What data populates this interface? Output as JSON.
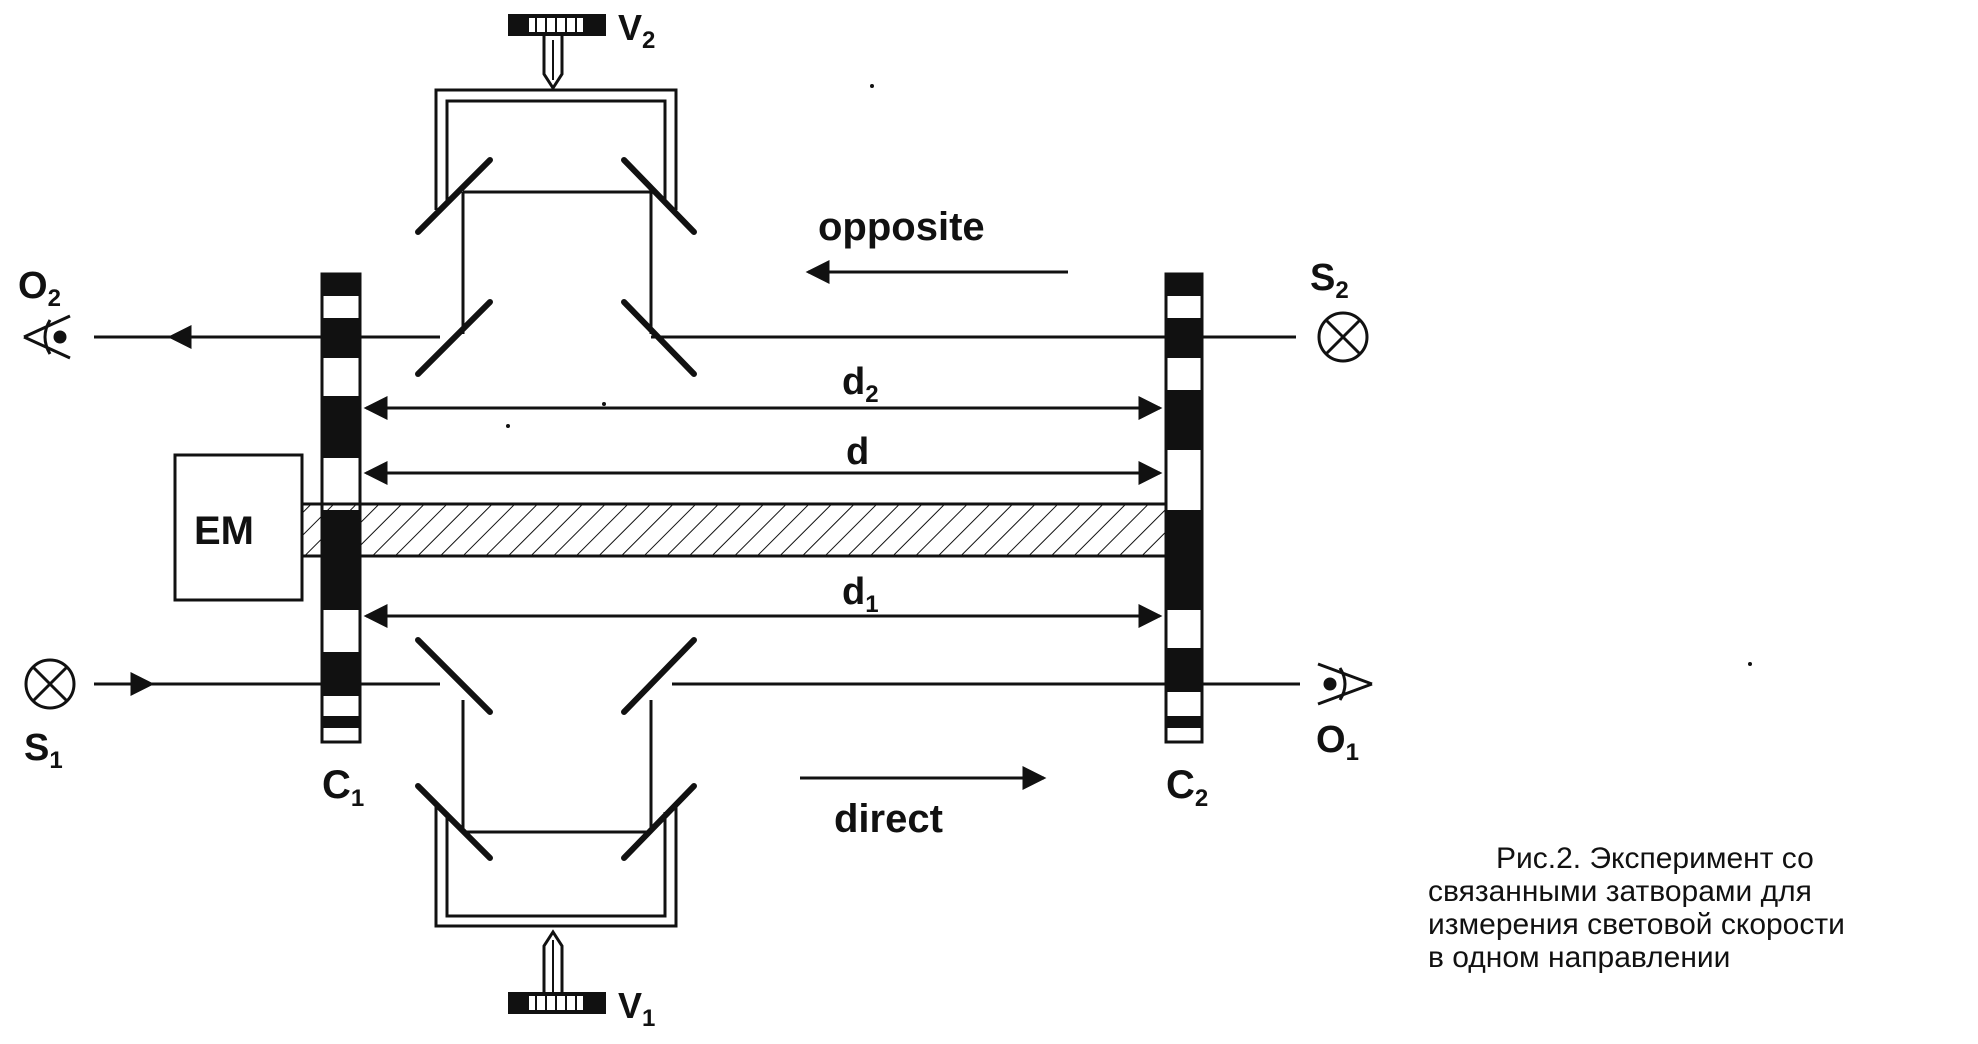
{
  "labels": {
    "V2": "V",
    "V2_sub": "2",
    "V1": "V",
    "V1_sub": "1",
    "O2": "O",
    "O2_sub": "2",
    "O1": "O",
    "O1_sub": "1",
    "S2": "S",
    "S2_sub": "2",
    "S1": "S",
    "S1_sub": "1",
    "C1": "C",
    "C1_sub": "1",
    "C2": "C",
    "C2_sub": "2",
    "EM": "EM",
    "opposite": "opposite",
    "direct": "direct",
    "d": "d",
    "d1": "d",
    "d1_sub": "1",
    "d2": "d",
    "d2_sub": "2"
  },
  "caption": {
    "line1": "Рис.2.   Эксперимент со",
    "line2": "связанными затворами для",
    "line3": "измерения световой скорости",
    "line4": "в одном направлении"
  },
  "icons": [
    "eye-icon",
    "source-cross-icon",
    "adjusting-screw-icon",
    "mirror-icon"
  ],
  "colors": {
    "ink": "#111111",
    "background": "#ffffff"
  }
}
